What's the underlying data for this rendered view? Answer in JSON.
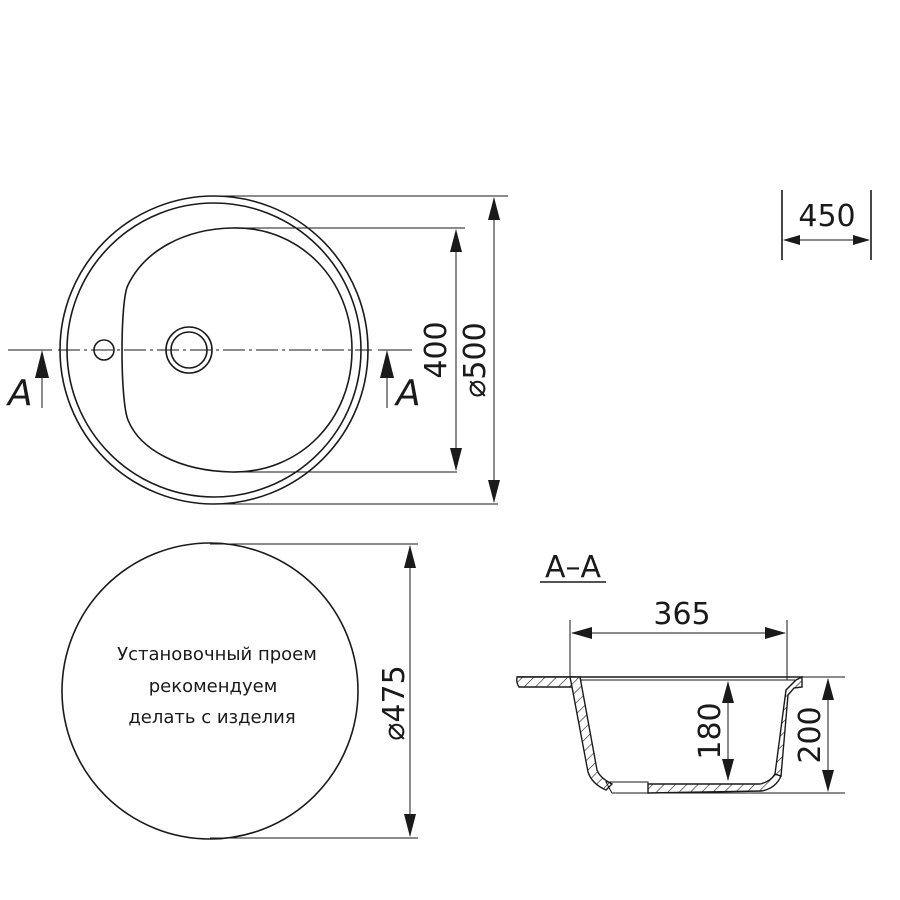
{
  "drawing": {
    "title": "Round kitchen sink technical drawing",
    "top_view": {
      "section_marker_left": "A",
      "section_marker_right": "A",
      "dim_inner_bowl": "400",
      "dim_outer_diameter": "⌀500"
    },
    "cabinet": {
      "dim_label": "450"
    },
    "cutout_view": {
      "note_lines": [
        "Установочный проем",
        "рекомендуем",
        "делать с изделия"
      ],
      "dim_diameter": "⌀475"
    },
    "section_view": {
      "title": "A–A",
      "dim_width": "365",
      "dim_inner_depth": "180",
      "dim_total_depth": "200"
    }
  }
}
